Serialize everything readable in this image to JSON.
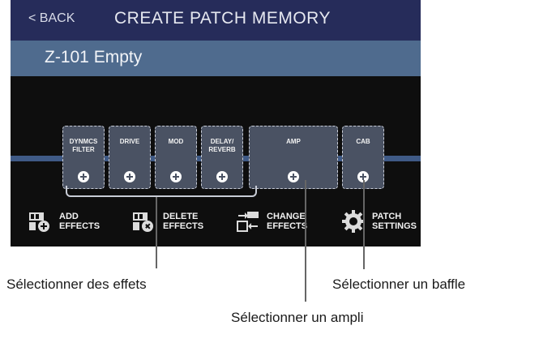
{
  "header": {
    "back_label": "< BACK",
    "title": "CREATE PATCH MEMORY"
  },
  "patch": {
    "name": "Z-101 Empty"
  },
  "effects": [
    {
      "label": "DYNMCS\nFILTER"
    },
    {
      "label": "DRIVE"
    },
    {
      "label": "MOD"
    },
    {
      "label": "DELAY/\nREVERB"
    },
    {
      "label": "AMP"
    },
    {
      "label": "CAB"
    }
  ],
  "menu": [
    {
      "label": "ADD\nEFFECTS",
      "icon": "add-effects-icon"
    },
    {
      "label": "DELETE\nEFFECTS",
      "icon": "delete-effects-icon"
    },
    {
      "label": "CHANGE\nEFFECTS",
      "icon": "change-effects-icon"
    },
    {
      "label": "PATCH\nSETTINGS",
      "icon": "gear-icon"
    }
  ],
  "callouts": {
    "effects": "Sélectionner des effets",
    "amp": "Sélectionner un ampli",
    "cab": "Sélectionner un baffle"
  },
  "colors": {
    "header": "#262c5a",
    "patch_bar": "#4f6b8e",
    "slot": "#4a5263",
    "signal_line": "#3f5a86",
    "screen_bg": "#0e0e0e"
  }
}
